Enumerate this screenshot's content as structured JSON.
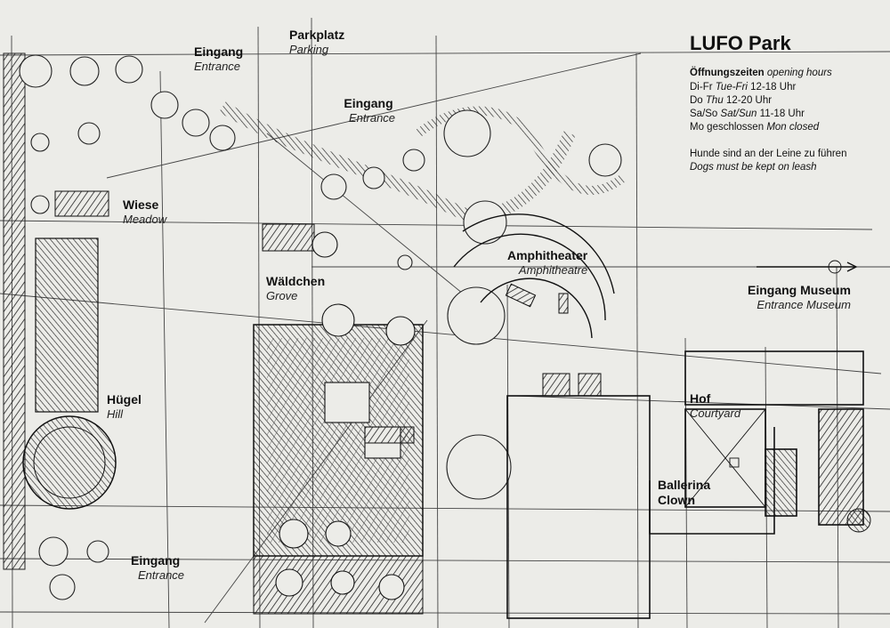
{
  "park": {
    "title": "LUFO Park",
    "hours_heading_de": "Öffnungszeiten",
    "hours_heading_en": "opening hours",
    "hours": [
      {
        "days_de": "Di-Fr",
        "days_en": "Tue-Fri",
        "time": "12-18 Uhr"
      },
      {
        "days_de": "Do",
        "days_en": "Thu",
        "time": "12-20 Uhr"
      },
      {
        "days_de": "Sa/So",
        "days_en": "Sat/Sun",
        "time": "11-18 Uhr"
      }
    ],
    "closed_de": "Mo geschlossen",
    "closed_en": "Mon closed",
    "dogs_de": "Hunde sind an der Leine zu führen",
    "dogs_en": "Dogs must be kept on leash"
  },
  "labels": {
    "entrance_top": {
      "de": "Eingang",
      "en": "Entrance"
    },
    "parking": {
      "de": "Parkplatz",
      "en": "Parking"
    },
    "entrance_mid": {
      "de": "Eingang",
      "en": "Entrance"
    },
    "meadow": {
      "de": "Wiese",
      "en": "Meadow"
    },
    "grove": {
      "de": "Wäldchen",
      "en": "Grove"
    },
    "amphitheatre": {
      "de": "Amphitheater",
      "en": "Amphitheatre"
    },
    "museum_entrance": {
      "de": "Eingang Museum",
      "en": "Entrance Museum"
    },
    "hill": {
      "de": "Hügel",
      "en": "Hill"
    },
    "courtyard": {
      "de": "Hof",
      "en": "Courtyard"
    },
    "ballerina": {
      "de": "Ballerina"
    },
    "clown": {
      "de": "Clown"
    },
    "entrance_bottom": {
      "de": "Eingang",
      "en": "Entrance"
    }
  },
  "colors": {
    "paper": "#ecece8",
    "ink": "#1a1a1a"
  }
}
